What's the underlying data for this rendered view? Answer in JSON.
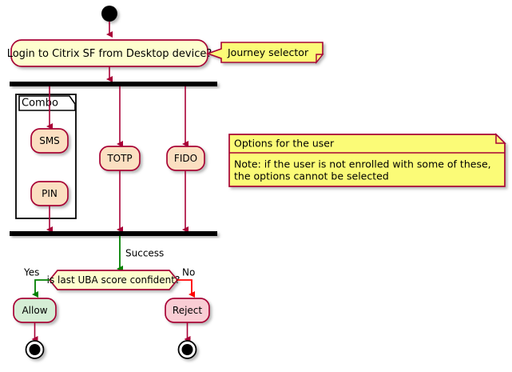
{
  "diagram": {
    "type": "activity-diagram",
    "colors": {
      "line": "#A80036",
      "activity_fill": "#FEFECE",
      "option_fill": "#FBDFC1",
      "allow_fill": "#D5EDD5",
      "reject_fill": "#F9CDD4",
      "note_fill": "#FBFB77",
      "decision_fill": "#FEFECE",
      "bar_fill": "#000000",
      "yes_arrow": "#008000",
      "no_arrow": "#FF0000",
      "success_arrow": "#008000",
      "background": "#FFFFFF"
    },
    "start_node": {
      "name": "start"
    },
    "activity": {
      "label": "Login to Citrix SF from Desktop device?"
    },
    "callout_note": {
      "label": "Journey selector"
    },
    "fork_bar": {
      "label": "fork"
    },
    "join_bar": {
      "label": "join"
    },
    "partition": {
      "title": "Combo",
      "steps": [
        {
          "label": "SMS"
        },
        {
          "label": "PIN"
        }
      ]
    },
    "branches": [
      {
        "label": "TOTP"
      },
      {
        "label": "FIDO"
      }
    ],
    "options_note": {
      "title": "Options for the user",
      "body_line_1": "Note: if the user is not enrolled with some of these,",
      "body_line_2": "the options cannot be selected"
    },
    "success_edge": {
      "label": "Success"
    },
    "decision": {
      "label": "is last UBA score confident?",
      "yes_label": "Yes",
      "no_label": "No"
    },
    "outcomes": [
      {
        "label": "Allow"
      },
      {
        "label": "Reject"
      }
    ],
    "end_nodes": [
      {
        "label": "end-allow"
      },
      {
        "label": "end-reject"
      }
    ]
  }
}
